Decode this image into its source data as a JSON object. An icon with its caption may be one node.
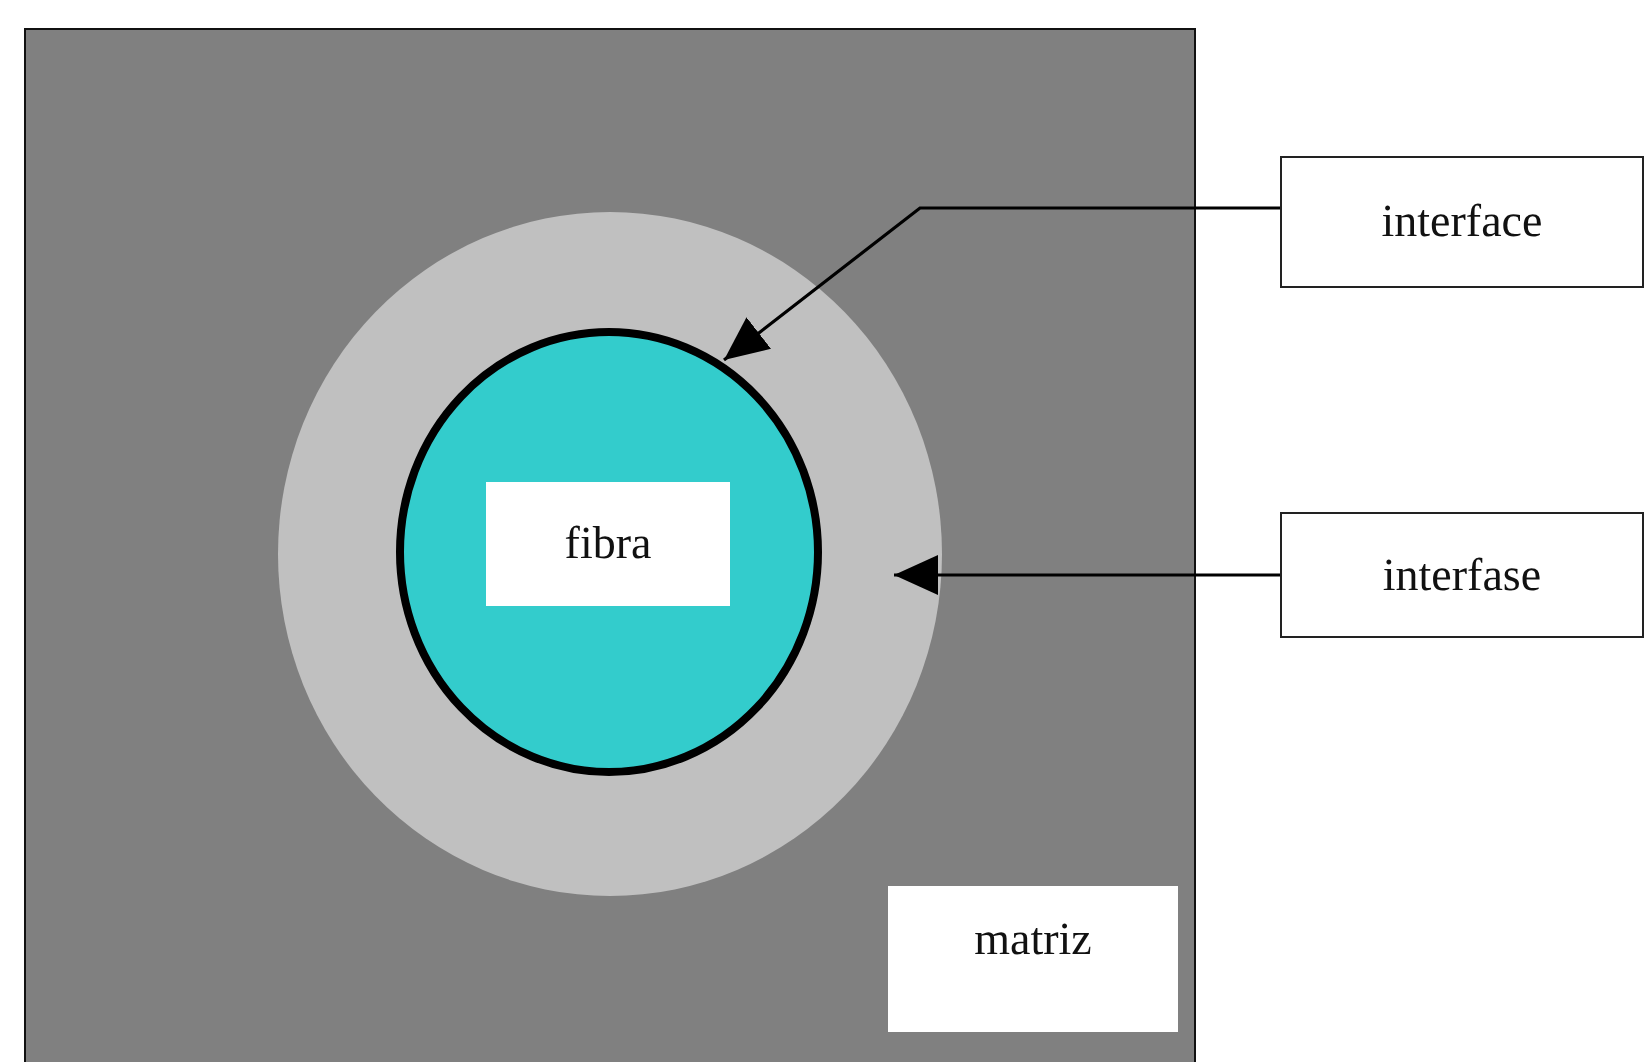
{
  "diagram": {
    "nodes": [
      {
        "text": [],
        "shape": "box"
      },
      {
        "text": [],
        "shape": "circle",
        "in": 0
      },
      {
        "text": [],
        "shape": "circle",
        "in": 1
      },
      {
        "text": [
          "fibra"
        ],
        "in": 2
      },
      {
        "text": [
          "matriz"
        ],
        "in": 0
      },
      {
        "text": [
          "interface"
        ]
      },
      {
        "text": [
          "interfase"
        ]
      }
    ],
    "edges": [
      {
        "from": 5,
        "to": 2,
        "arrow": "to"
      },
      {
        "from": 6,
        "to": 1,
        "arrow": "to"
      }
    ]
  }
}
